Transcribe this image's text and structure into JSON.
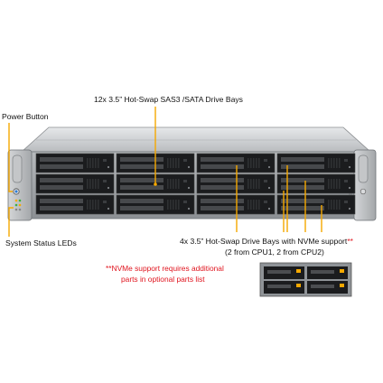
{
  "callouts": {
    "drive_bays_12": "12x 3.5” Hot-Swap SAS3 /SATA Drive Bays",
    "power_button": "Power Button",
    "status_leds": "System Status LEDs",
    "nvme_bays_line1": "4x 3.5” Hot-Swap Drive Bays with NVMe support",
    "nvme_bays_marker": "**",
    "nvme_bays_line2": "(2 from CPU1, 2 from CPU2)"
  },
  "footnote": {
    "line1": "**NVMe support requires additional",
    "line2": "parts in optional parts list"
  },
  "colors": {
    "callout_line": "#f5a800",
    "footnote_text": "#e0141e",
    "chassis": "#9ea2a6",
    "drive_tray": "#1b1c1e"
  },
  "chassis": {
    "drive_bay_rows": 3,
    "drive_bay_columns": 4,
    "nvme_bays": 4
  }
}
